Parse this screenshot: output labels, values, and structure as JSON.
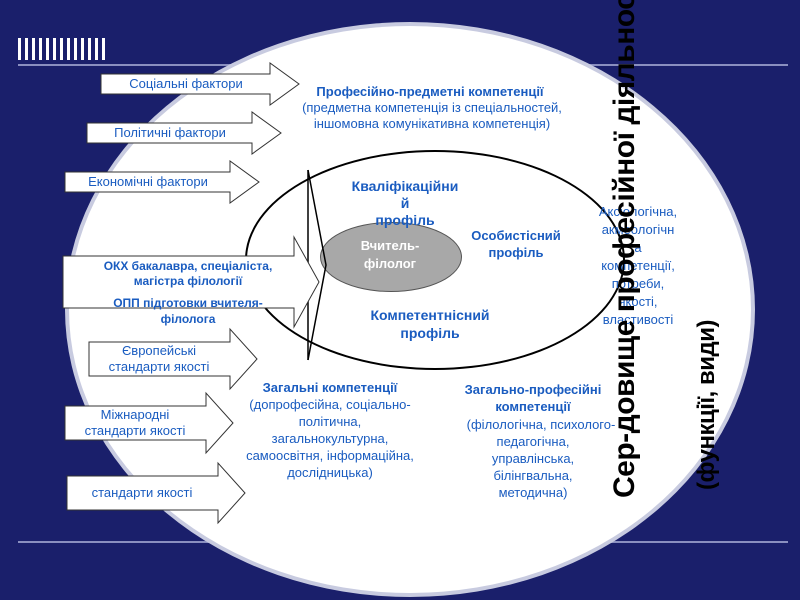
{
  "diagram": {
    "factors": [
      "Соціальні фактори",
      "Політичні фактори",
      "Економічні фактори"
    ],
    "okx": {
      "line1": "ОКХ бакалавра, спеціаліста,",
      "line2": "магістра філології",
      "line3": "ОПП підготовки вчителя-",
      "line4": "філолога"
    },
    "standards": [
      {
        "line1": "Європейські",
        "line2": "стандарти якості"
      },
      {
        "line1": "Міжнародні",
        "line2": "стандарти якості"
      },
      {
        "line1": "",
        "line2": "стандарти якості"
      }
    ],
    "prof_subject": {
      "title": "Професійно-предметні компетенції",
      "line1": "(предметна компетенція із спеціальностей,",
      "line2": "іншомовна комунікативна компетенція)"
    },
    "qualification_profile": {
      "line1": "Кваліфікаційни",
      "line2": "й",
      "line3": "профіль"
    },
    "core": {
      "line1": "Вчитель-",
      "line2": "філолог"
    },
    "personal_profile": {
      "line1": "Особистісний",
      "line2": "профіль"
    },
    "competence_profile": {
      "line1": "Компетентнісний",
      "line2": "профіль"
    },
    "right_text": [
      "Аксіологічна,",
      "акмеологічн",
      "а",
      "компетенції,",
      "потреби,",
      "якості,",
      "властивості"
    ],
    "general": {
      "title": "Загальні компетенції",
      "line1": "(допрофесійна, соціально-",
      "line2": "політична,",
      "line3": "загальнокультурна,",
      "line4": "самоосвітня, інформаційна,",
      "line5": "дослідницька)"
    },
    "general_prof": {
      "title": "Загально-професійні",
      "line1": "компетенції",
      "line2": "(філологічна, психолого-",
      "line3": "педагогічна,",
      "line4": "управлінська,",
      "line5": "білінгвальна,",
      "line6": "методична)"
    },
    "vertical": {
      "main": "Сер-довище професійної діяльності",
      "sub": "(функції, види)"
    },
    "colors": {
      "background": "#1a1f6b",
      "text_blue": "#1a5cc0",
      "core_fill": "#a8a8a8",
      "ring": "#c8cbe0"
    }
  }
}
